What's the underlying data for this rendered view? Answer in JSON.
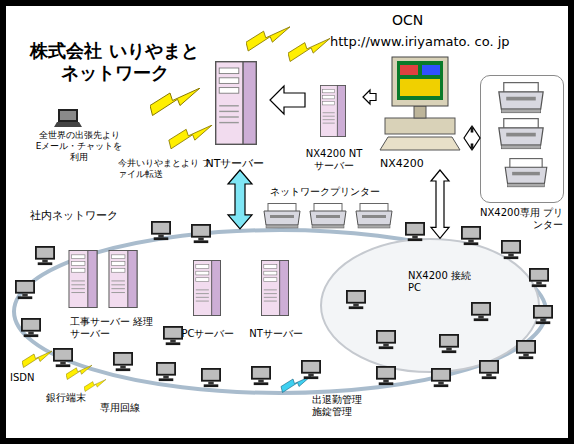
{
  "diagram": {
    "title": "株式会社 いりやまと ネットワーク",
    "nodes": [
      {
        "text": [
          "NTサーバー"
        ]
      },
      {
        "text": [
          "NX4200 NTサーバー"
        ]
      },
      {
        "text": [
          "NX4200"
        ]
      },
      {
        "text": [
          "NX4200専用 プリンター"
        ]
      },
      {
        "text": [
          "全世界の出張先より Eメール・チャットを 利用"
        ]
      },
      {
        "text": [
          "ネットワークプリンター"
        ]
      },
      {
        "text": [
          "社内ネットワーク"
        ]
      },
      {
        "text": [
          "工事サーバー 経理サーバー"
        ],
        "in": 6
      },
      {
        "text": [
          "PCサーバー"
        ],
        "in": 6
      },
      {
        "text": [
          "NTサーバー"
        ],
        "in": 6
      },
      {
        "text": [
          "NX4200 接続 PC"
        ],
        "in": 6
      }
    ],
    "edges": [
      {
        "from": 1,
        "to": 0,
        "arrow": "to"
      },
      {
        "from": 2,
        "to": 1,
        "arrow": "to"
      },
      {
        "from": 2,
        "to": 3,
        "arrow": "both"
      },
      {
        "from": 0,
        "to": 6,
        "arrow": "both"
      },
      {
        "from": 2,
        "to": 10,
        "arrow": "both"
      }
    ],
    "labels": [
      "OCN",
      "http://www.iriyamato. co. jp",
      "今井いりやまとより ファイル転送",
      "ISDN",
      "銀行端末",
      "専用回線",
      "出退勤管理 施錠管理"
    ]
  }
}
